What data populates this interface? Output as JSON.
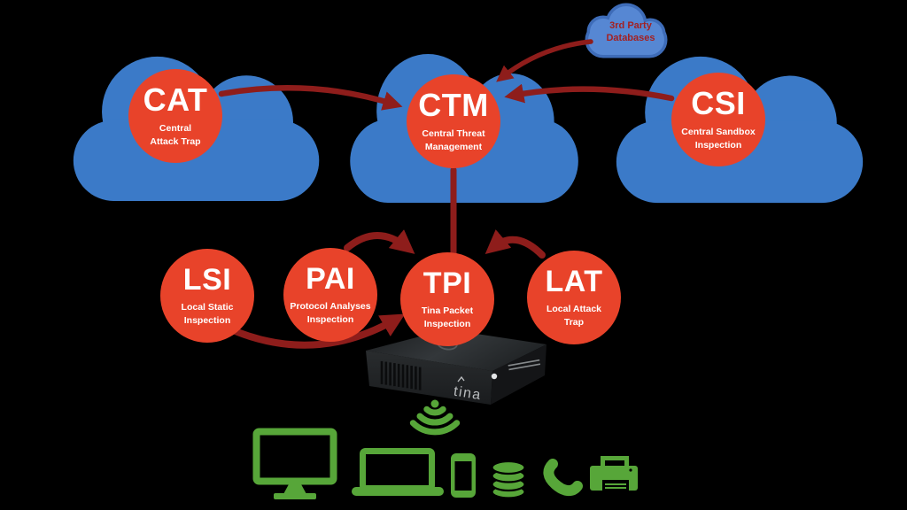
{
  "diagram_title": "",
  "colors": {
    "background": "#000000",
    "cloud_blue": "#3B7AC8",
    "small_cloud_blue": "#5687D3",
    "small_cloud_border": "#3E6CB8",
    "node_red": "#E8432A",
    "arrow_dark_red": "#8E1D1B",
    "icon_green": "#57A639",
    "node_text": "#FFFFFF",
    "small_cloud_text": "#A32121",
    "device_body": "#202224"
  },
  "cloud_nodes": {
    "cat": {
      "acronym": "CAT",
      "sub1": "Central",
      "sub2": "Attack Trap"
    },
    "ctm": {
      "acronym": "CTM",
      "sub1": "Central Threat",
      "sub2": "Management"
    },
    "csi": {
      "acronym": "CSI",
      "sub1": "Central Sandbox",
      "sub2": "Inspection"
    }
  },
  "third_party_cloud": {
    "line1": "3rd Party",
    "line2": "Databases"
  },
  "local_nodes": {
    "lsi": {
      "acronym": "LSI",
      "sub1": "Local Static",
      "sub2": "Inspection"
    },
    "pai": {
      "acronym": "PAI",
      "sub1": "Protocol Analyses",
      "sub2": "Inspection"
    },
    "tpi": {
      "acronym": "TPI",
      "sub1": "Tina Packet",
      "sub2": "Inspection"
    },
    "lat": {
      "acronym": "LAT",
      "sub1": "Local Attack",
      "sub2": "Trap"
    }
  },
  "device": {
    "brand": "tina"
  },
  "edges": [
    {
      "from": "CAT",
      "to": "CTM"
    },
    {
      "from": "3rd Party Databases",
      "to": "CTM"
    },
    {
      "from": "CSI",
      "to": "CTM"
    },
    {
      "from": "CTM",
      "to": "TPI"
    },
    {
      "from": "PAI",
      "to": "TPI"
    },
    {
      "from": "LAT",
      "to": "TPI"
    },
    {
      "from": "LSI",
      "to": "TPI"
    }
  ],
  "endpoint_icons": [
    "wifi-signal",
    "desktop-monitor",
    "laptop",
    "smartphone",
    "database",
    "phone-handset",
    "printer"
  ]
}
